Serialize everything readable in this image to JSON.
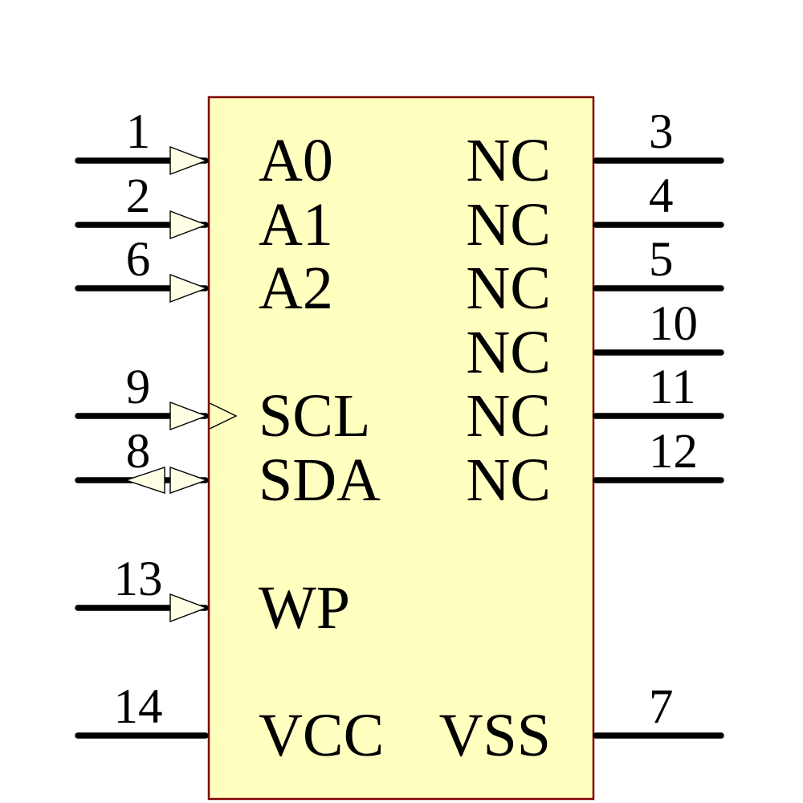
{
  "diagram": {
    "type": "ic-schematic-symbol",
    "colors": {
      "background": "#ffffff",
      "body_fill": "#FFFFC0",
      "body_border": "#800000",
      "arrow_fill": "#FFFFE6",
      "arrow_outline": "#000000",
      "pin_line": "#000000",
      "text": "#000000"
    },
    "left_pins": [
      {
        "number": "1",
        "label": "A0",
        "row": 0,
        "arrow": "input"
      },
      {
        "number": "2",
        "label": "A1",
        "row": 1,
        "arrow": "input"
      },
      {
        "number": "6",
        "label": "A2",
        "row": 2,
        "arrow": "input"
      },
      {
        "number": "9",
        "label": "SCL",
        "row": 4,
        "arrow": "clock-input"
      },
      {
        "number": "8",
        "label": "SDA",
        "row": 5,
        "arrow": "bidirectional"
      },
      {
        "number": "13",
        "label": "WP",
        "row": 7,
        "arrow": "input"
      },
      {
        "number": "14",
        "label": "VCC",
        "row": 9,
        "arrow": "none"
      }
    ],
    "right_pins": [
      {
        "number": "3",
        "label": "NC",
        "row": 0
      },
      {
        "number": "4",
        "label": "NC",
        "row": 1
      },
      {
        "number": "5",
        "label": "NC",
        "row": 2
      },
      {
        "number": "10",
        "label": "NC",
        "row": 3
      },
      {
        "number": "11",
        "label": "NC",
        "row": 4
      },
      {
        "number": "12",
        "label": "NC",
        "row": 5
      },
      {
        "number": "7",
        "label": "VSS",
        "row": 9
      }
    ]
  }
}
